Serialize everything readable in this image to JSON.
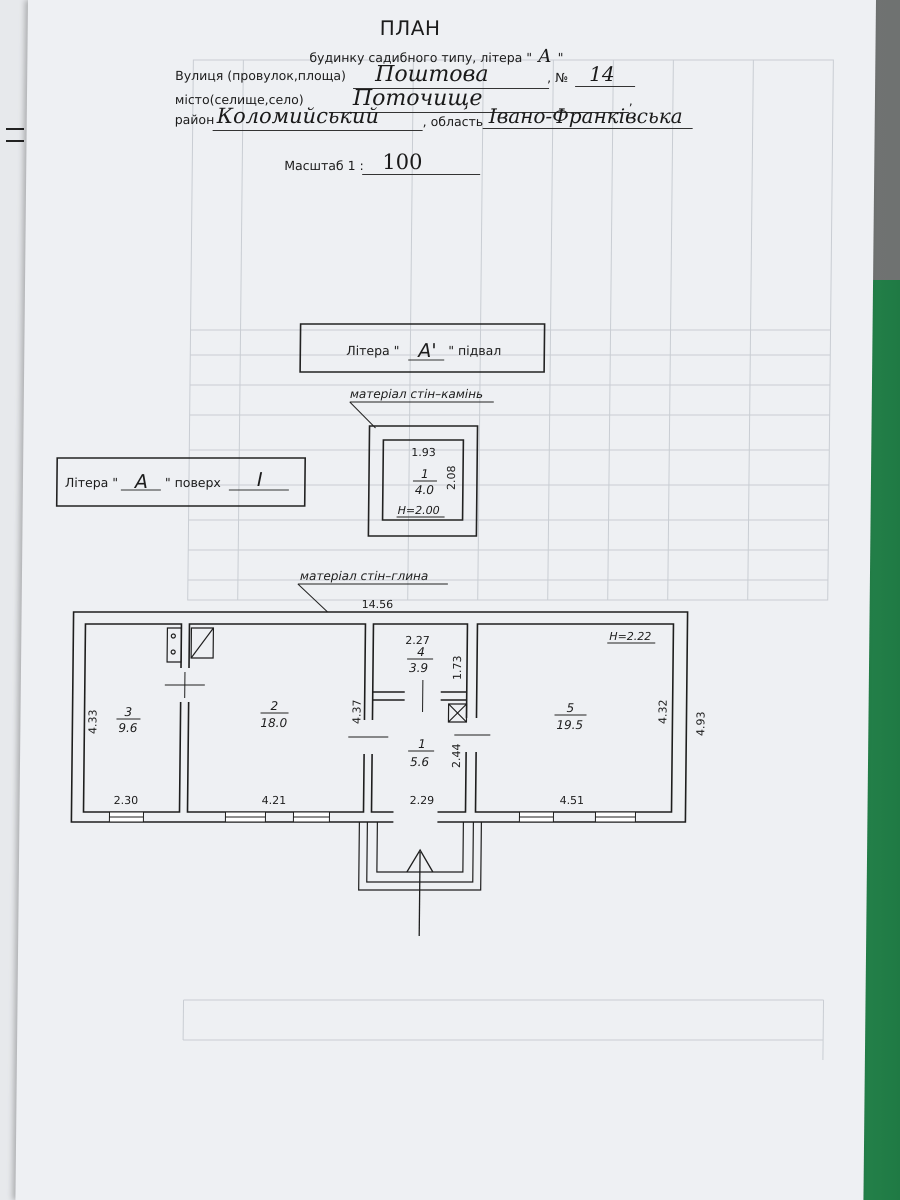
{
  "header": {
    "title": "ПЛАН",
    "subtitle_prefix": "будинку садибного типу, літера \"",
    "litera": "А",
    "subtitle_suffix": "\"",
    "street_label": "Вулиця (провулок,площа)",
    "street_value": "Поштова",
    "number_label": ", №",
    "number_value": "14",
    "city_label": "місто(селище,село)",
    "city_value": "Поточище",
    "district_label": "район",
    "district_value": "Коломийський",
    "oblast_label": ", область",
    "oblast_value": "Івано-Франківська",
    "scale_label": "Масштаб 1 :",
    "scale_value": "100"
  },
  "basement": {
    "box_prefix": "Літера \"",
    "box_value": "А'",
    "box_suffix": "\" підвал",
    "material": "матеріал стін–камінь",
    "room_width": "1.93",
    "room_number": "1",
    "room_area": "4.0",
    "room_side": "2.08",
    "room_height": "H=2.00"
  },
  "floor": {
    "box_prefix": "Літера \"",
    "box_value": "А",
    "box_suffix": "\" поверх",
    "floor_value": "I",
    "material": "матеріал стін–глина",
    "total_length": "14.56",
    "overall_depth": "4.93",
    "rooms": [
      {
        "number": "3",
        "area": "9.6",
        "side": "4.33",
        "width": "2.30"
      },
      {
        "number": "2",
        "area": "18.0",
        "side": "4.37",
        "width": "4.21"
      },
      {
        "number": "4",
        "area": "3.9",
        "width": "2.27",
        "side": "1.73"
      },
      {
        "number": "1",
        "area": "5.6",
        "side": "2.44",
        "width": "2.29"
      },
      {
        "number": "5",
        "area": "19.5",
        "side": "4.32",
        "width": "4.51",
        "height": "H=2.22"
      }
    ]
  },
  "colors": {
    "paper": "#eef0f3",
    "ink": "#1c1c1c",
    "folder": "#2a8a50"
  }
}
